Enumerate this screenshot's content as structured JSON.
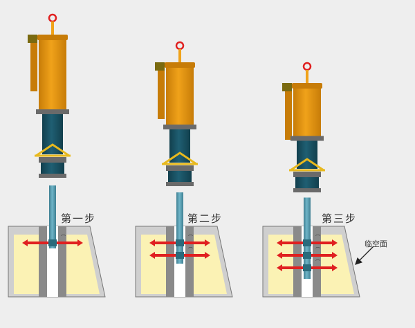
{
  "steps": [
    {
      "label": "第一步",
      "wedge_rows": 1
    },
    {
      "label": "第二步",
      "wedge_rows": 2
    },
    {
      "label": "第三步",
      "wedge_rows": 3
    }
  ],
  "free_face_label": "临空面",
  "colors": {
    "background": "#eeeeee",
    "cylinder": "#f0a21a",
    "cylinder_dark": "#c77c08",
    "body_steel": "#1f5f73",
    "body_steel_dark": "#123f4d",
    "rod": "#6fb5c8",
    "frame": "#e8b91e",
    "rock": "#fbf2b4",
    "borehole_wall": "#8a8a8a",
    "borehole": "#ffffff",
    "force_arrow": "#e02020",
    "hanger": "#e02020"
  }
}
